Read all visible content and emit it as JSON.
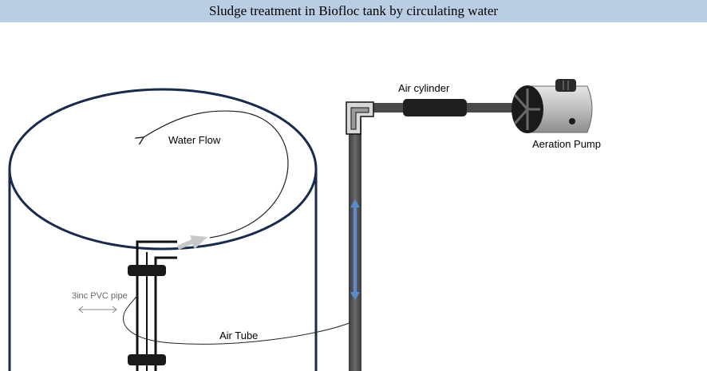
{
  "title": "Sludge treatment in Biofloc tank by circulating water",
  "labels": {
    "air_cylinder": "Air cylinder",
    "aeration_pump": "Aeration Pump",
    "water_flow": "Water Flow",
    "pvc_pipe": "3inc PVC pipe",
    "air_tube": "Air Tube"
  },
  "colors": {
    "title_bar": "#b9cde4",
    "tank_outline": "#1a2a4e",
    "pipe": "#4a4a4a",
    "air_cylinder": "#1f1f1f",
    "pump_body": "#cfcfcf",
    "flow_indicator": "#5b8bd0",
    "flow_arrow": "#c8c8c8"
  }
}
